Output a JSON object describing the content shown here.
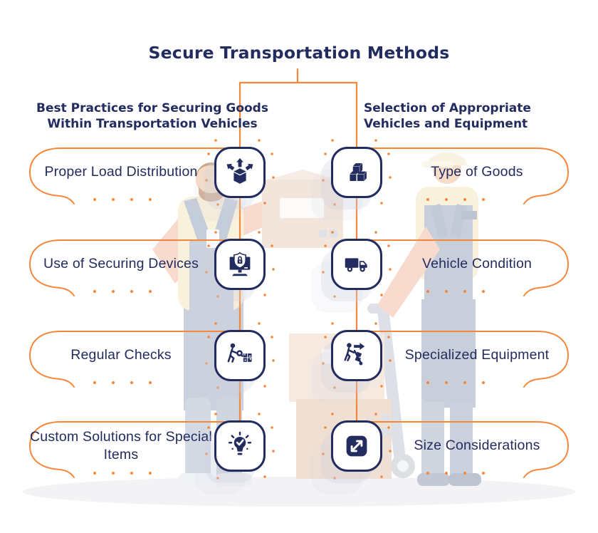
{
  "title": "Secure Transportation Methods",
  "colors": {
    "navy": "#232C5F",
    "orange": "#F5873B"
  },
  "left_column": {
    "heading_line1": "Best Practices for Securing Goods",
    "heading_line2": "Within Transportation Vehicles",
    "items": [
      {
        "label": "Proper Load Distribution",
        "icon": "box-distribution-icon"
      },
      {
        "label": "Use of Securing Devices",
        "icon": "screen-shield-lock-icon"
      },
      {
        "label": "Regular Checks",
        "icon": "inspection-magnifier-icon"
      },
      {
        "label": "Custom Solutions for Special Items",
        "icon": "lightbulb-check-icon"
      }
    ]
  },
  "right_column": {
    "heading_line1": "Selection of Appropriate",
    "heading_line2": "Vehicles and Equipment",
    "items": [
      {
        "label": "Type of Goods",
        "icon": "stacked-boxes-icon"
      },
      {
        "label": "Vehicle Condition",
        "icon": "truck-icon"
      },
      {
        "label": "Specialized Equipment",
        "icon": "hand-truck-worker-icon"
      },
      {
        "label": "Size Considerations",
        "icon": "expand-arrows-icon"
      }
    ]
  }
}
